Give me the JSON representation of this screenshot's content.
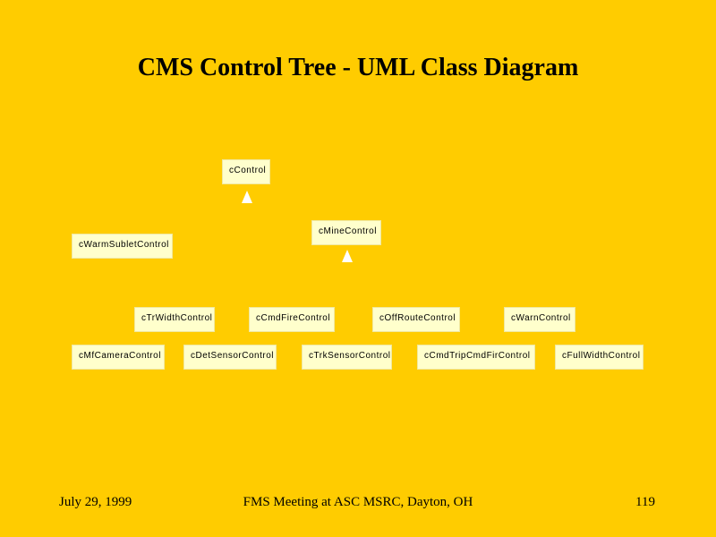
{
  "slide": {
    "title": "CMS Control Tree - UML Class Diagram"
  },
  "diagram": {
    "classes": {
      "control": "cControl",
      "mine_control": "cMineControl",
      "warm_sublet_control": "cWarmSubletControl",
      "tr_width_control": "cTrWidthControl",
      "cmd_fire_control": "cCmdFireControl",
      "off_route_control": "cOffRouteControl",
      "warn_control": "cWarnControl",
      "mf_camera_control": "cMfCameraControl",
      "det_sensor_control": "cDetSensorControl",
      "trk_sensor_control": "cTrkSensorControl",
      "cmd_trip_cmd_fir_control": "cCmdTripCmdFirControl",
      "full_width_control": "cFullWidthControl"
    }
  },
  "footer": {
    "date": "July 29,  1999",
    "event": "FMS Meeting at ASC MSRC, Dayton, OH",
    "page_number": "119"
  }
}
